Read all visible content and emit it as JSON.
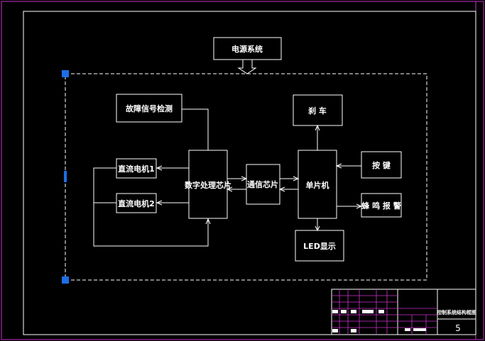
{
  "colors": {
    "background": "#000000",
    "line": "#ffffff",
    "frame_border": "#cc33cc",
    "selection_handle": "#1e6ee8",
    "title_block_grid": "#cc33cc"
  },
  "diagram": {
    "power_system": "电源系统",
    "fault_detect": "故障信号检测",
    "dc_motor_1": "直流电机1",
    "dc_motor_2": "直流电机2",
    "dsp_chip": "数字处理芯片",
    "comm_chip": "通信芯片",
    "mcu": "单片机",
    "brake": "刹 车",
    "keys": "按 键",
    "buzzer": "蜂 鸣 报 警",
    "led": "LED显示"
  },
  "title_block": {
    "drawing_title": "控制系统结构框图",
    "sheet_number": "5"
  }
}
